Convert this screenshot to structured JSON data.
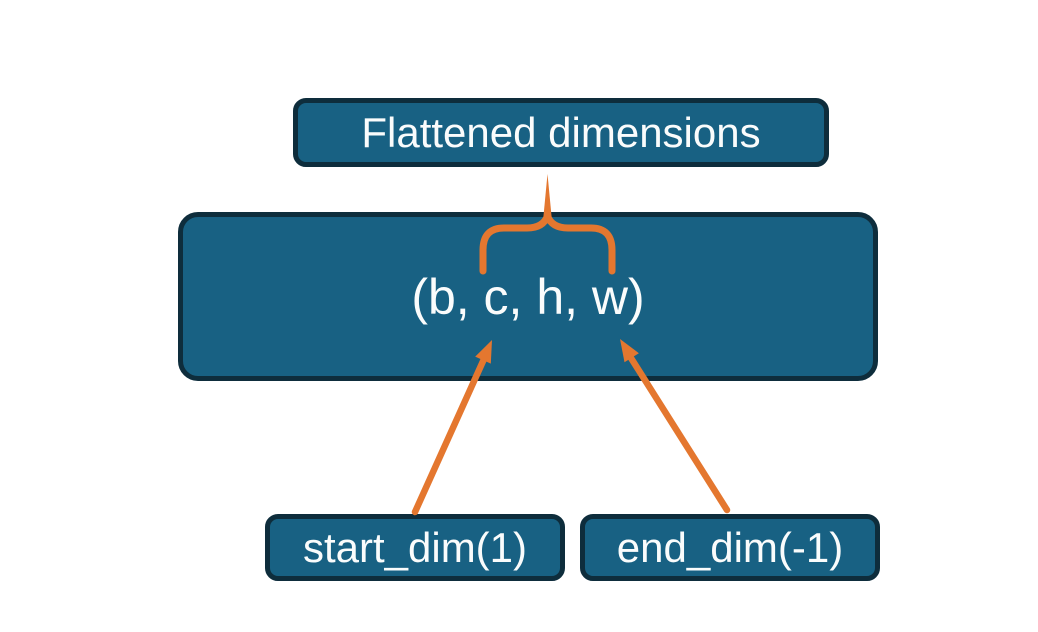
{
  "colors": {
    "background": "#ffffff",
    "box_fill": "#186183",
    "box_border": "#0e2d3c",
    "accent": "#e4772f",
    "label_text": "#fafcfc"
  },
  "nodes": {
    "flattened": {
      "label": "Flattened dimensions"
    },
    "tensor": {
      "label": "(b, c, h, w)"
    },
    "start_dim": {
      "label": "start_dim(1)"
    },
    "end_dim": {
      "label": "end_dim(-1)"
    }
  }
}
